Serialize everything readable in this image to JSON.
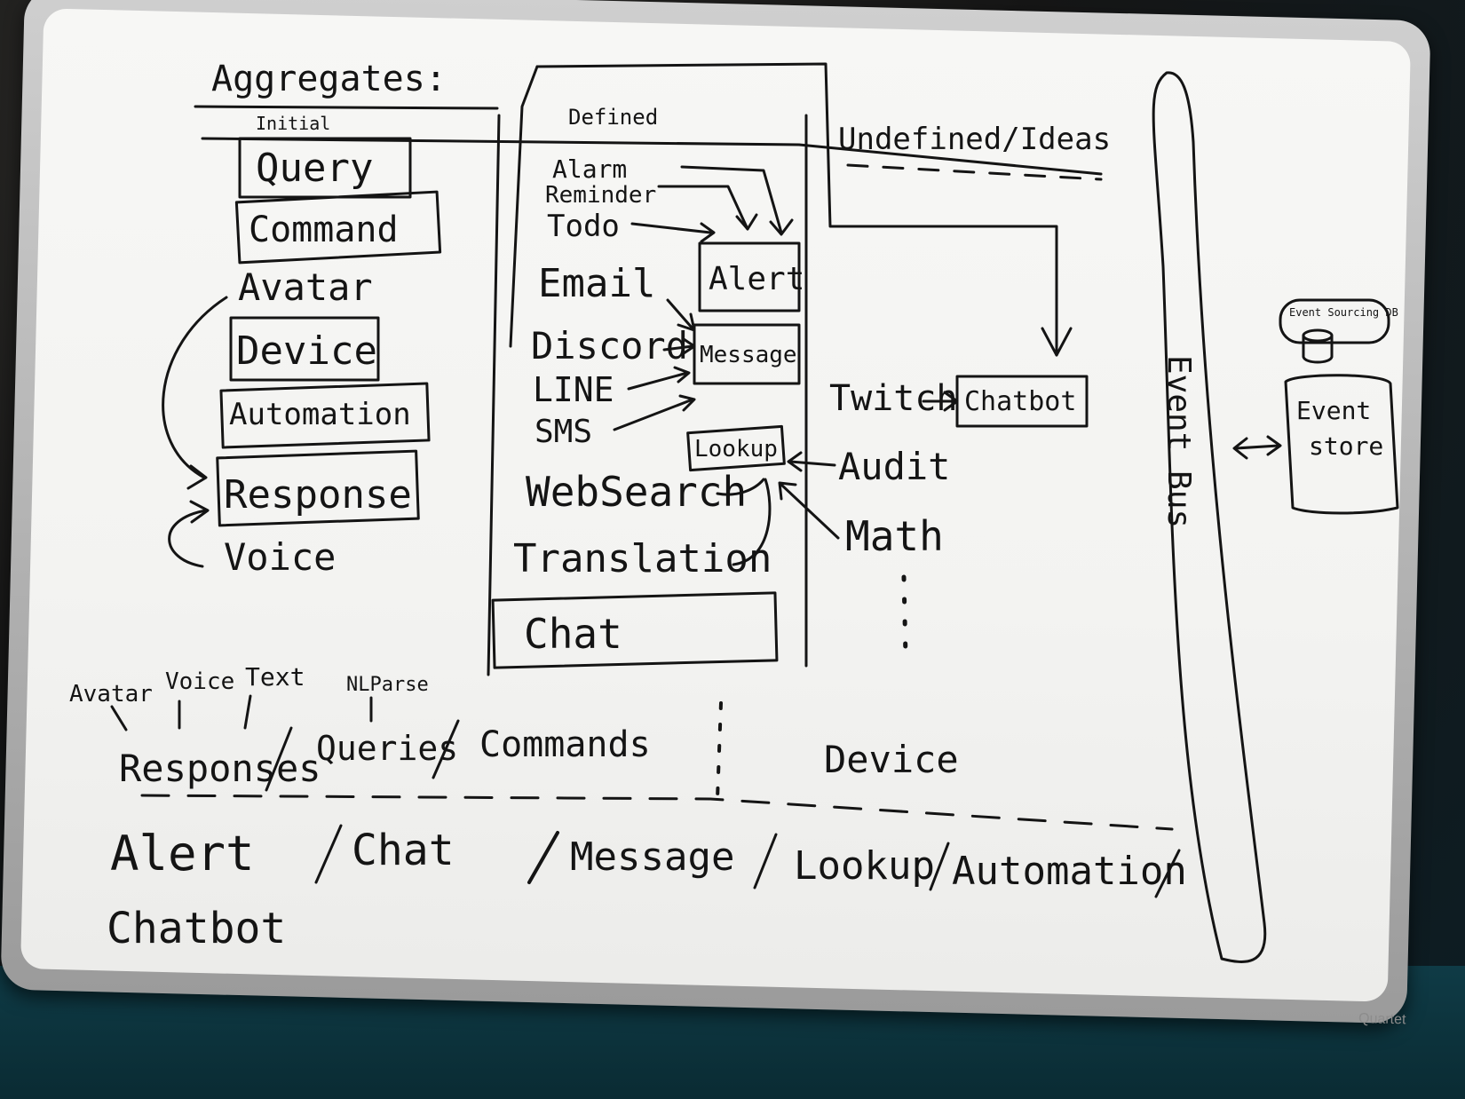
{
  "title": "Aggregates:",
  "columns": {
    "initial": "Initial",
    "defined": "Defined",
    "undefined": "Undefined/Ideas"
  },
  "initial_boxes": [
    "Query",
    "Command",
    "Device",
    "Automation",
    "Response"
  ],
  "initial_labels": [
    "Avatar",
    "Voice"
  ],
  "defined_inputs": [
    "Alarm",
    "Reminder",
    "Todo",
    "Email",
    "Discord",
    "LINE",
    "SMS",
    "WebSearch",
    "Translation"
  ],
  "defined_boxes": [
    "Alert",
    "Message",
    "Lookup",
    "Chat"
  ],
  "idea_items": [
    "Twitch",
    "Chatbot",
    "Audit",
    "Math"
  ],
  "event_bus": "Event Bus",
  "event_sourcing_db": "Event Sourcing DB",
  "event_store": [
    "Event",
    "store"
  ],
  "bottom_row1": {
    "annotations": [
      "Avatar",
      "Voice",
      "Text",
      "NLParse"
    ],
    "responses": "Responses",
    "queries": "Queries",
    "commands": "Commands",
    "device": "Device"
  },
  "bottom_row2": [
    "Alert",
    "Chat",
    "Message",
    "Lookup",
    "Automation"
  ],
  "bottom_row3": "Chatbot",
  "brand": "Quartet",
  "colors": {
    "ink": "#141414",
    "board": "#f4f4f2",
    "frame": "#a8a8a8"
  }
}
